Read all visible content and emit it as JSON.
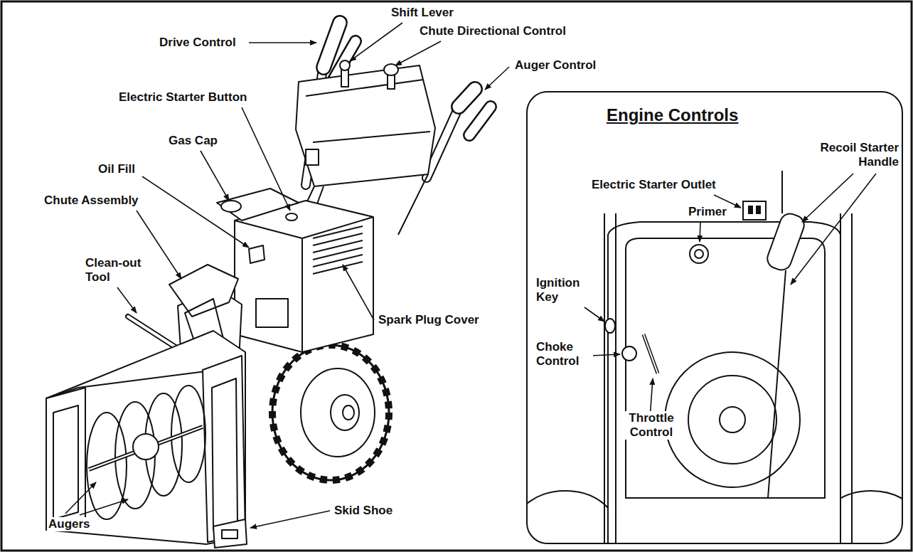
{
  "diagram": {
    "nodes": [
      {
        "text": [
          "Engine Controls"
        ]
      }
    ],
    "labels": [
      "Drive Control",
      "Shift Lever",
      "Chute Directional Control",
      "Auger Control",
      "Electric Starter Button",
      "Gas Cap",
      "Oil Fill",
      "Chute Assembly",
      "Clean-out Tool",
      "Spark Plug Cover",
      "Augers",
      "Skid Shoe",
      "Recoil Starter Handle",
      "Electric Starter Outlet",
      "Primer",
      "Ignition Key",
      "Choke Control",
      "Throttle Control"
    ]
  }
}
